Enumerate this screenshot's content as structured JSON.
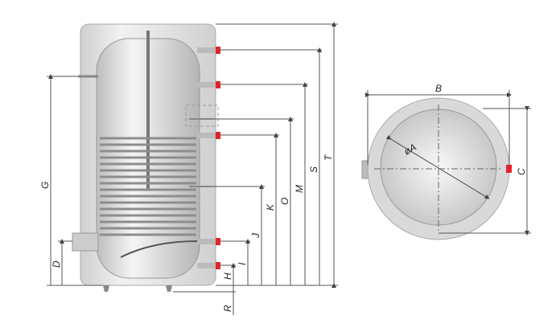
{
  "side_view": {
    "dimensions": {
      "T": "T",
      "S": "S",
      "M": "M",
      "O": "O",
      "K": "K",
      "J": "J",
      "I": "I",
      "H": "H",
      "R": "R",
      "G": "G",
      "D": "D"
    }
  },
  "top_view": {
    "dimensions": {
      "B": "B",
      "C": "C",
      "A": "øA"
    }
  },
  "colors": {
    "port": "#e0242b",
    "jacket": "#e6e6e6",
    "tank": "#d2d2d2",
    "coil": "#9a9a9a"
  }
}
